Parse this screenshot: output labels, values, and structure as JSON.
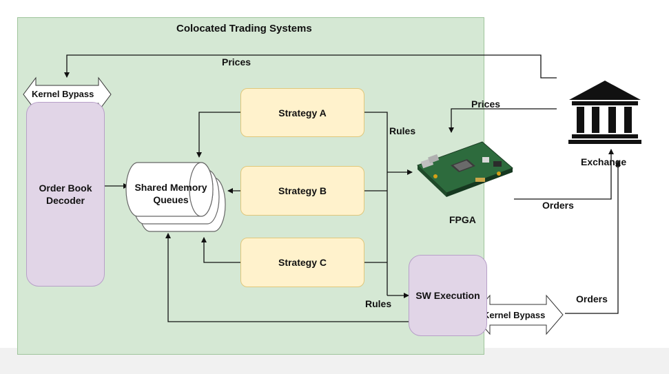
{
  "title": "Colocated Trading Systems",
  "labels": {
    "prices_top": "Prices",
    "prices_right": "Prices",
    "rules_top": "Rules",
    "rules_bottom": "Rules",
    "orders_fpga": "Orders",
    "orders_sw": "Orders"
  },
  "nodes": {
    "kernel_bypass_left": "Kernel Bypass",
    "kernel_bypass_bottom": "Kernel Bypass",
    "order_book_decoder": "Order Book Decoder",
    "shared_memory_queues": "Shared Memory Queues",
    "strategy_a": "Strategy A",
    "strategy_b": "Strategy B",
    "strategy_c": "Strategy C",
    "fpga": "FPGA",
    "sw_execution": "SW Execution",
    "exchange": "Exchange"
  },
  "colors": {
    "colocation_bg": "#d5e8d4",
    "strategy_fill": "#fff2cc",
    "purple_fill": "#e1d5e7"
  },
  "icons": {
    "exchange": "bank-building-icon",
    "fpga": "circuit-board-icon"
  }
}
